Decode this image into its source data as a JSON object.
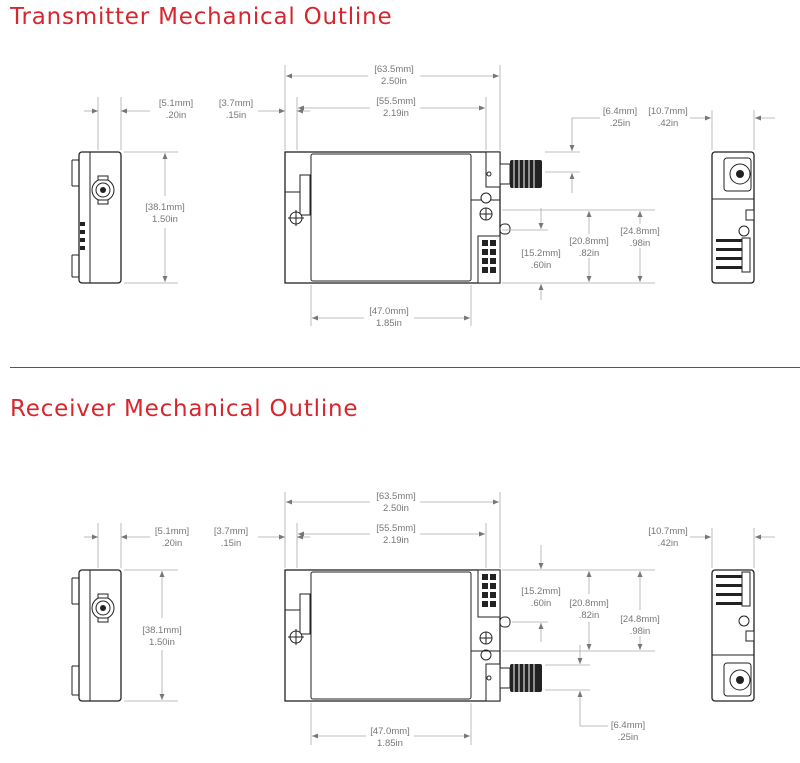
{
  "colors": {
    "title": "#d7262e",
    "line": "#222222",
    "dimension": "#777777"
  },
  "sections": {
    "transmitter": {
      "title": "Transmitter Mechanical Outline",
      "dims": {
        "d5_1": [
          "[5.1mm]",
          ".20in"
        ],
        "d3_7": [
          "[3.7mm]",
          ".15in"
        ],
        "d63_5": [
          "[63.5mm]",
          "2.50in"
        ],
        "d55_5": [
          "[55.5mm]",
          "2.19in"
        ],
        "d6_4": [
          "[6.4mm]",
          ".25in"
        ],
        "d10_7": [
          "[10.7mm]",
          ".42in"
        ],
        "d38_1": [
          "[38.1mm]",
          "1.50in"
        ],
        "d24_8": [
          "[24.8mm]",
          ".98in"
        ],
        "d20_8": [
          "[20.8mm]",
          ".82in"
        ],
        "d15_2": [
          "[15.2mm]",
          ".60in"
        ],
        "d47_0": [
          "[47.0mm]",
          "1.85in"
        ]
      }
    },
    "receiver": {
      "title": "Receiver Mechanical Outline",
      "dims": {
        "d5_1": [
          "[5.1mm]",
          ".20in"
        ],
        "d3_7": [
          "[3.7mm]",
          ".15in"
        ],
        "d63_5": [
          "[63.5mm]",
          "2.50in"
        ],
        "d55_5": [
          "[55.5mm]",
          "2.19in"
        ],
        "d10_7": [
          "[10.7mm]",
          ".42in"
        ],
        "d38_1": [
          "[38.1mm]",
          "1.50in"
        ],
        "d15_2": [
          "[15.2mm]",
          ".60in"
        ],
        "d20_8": [
          "[20.8mm]",
          ".82in"
        ],
        "d24_8": [
          "[24.8mm]",
          ".98in"
        ],
        "d6_4": [
          "[6.4mm]",
          ".25in"
        ],
        "d47_0": [
          "[47.0mm]",
          "1.85in"
        ]
      }
    }
  }
}
